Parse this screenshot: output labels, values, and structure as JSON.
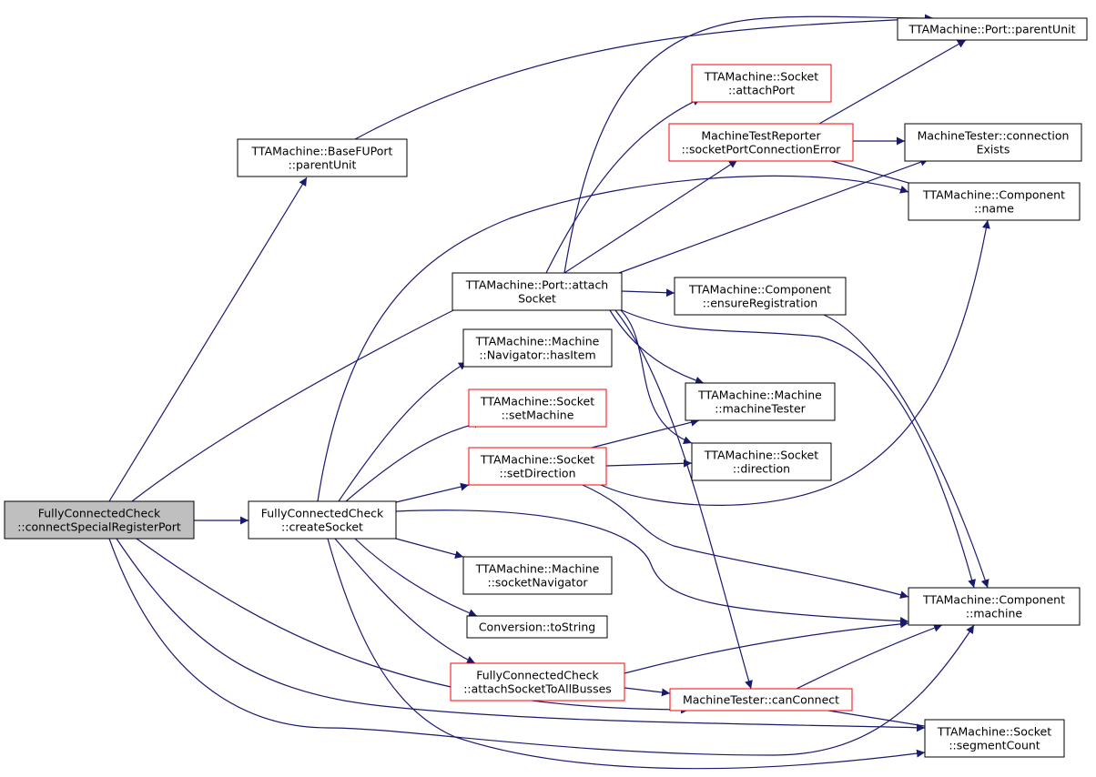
{
  "diagram": {
    "edge_color": "#191970",
    "colors": {
      "normal_border": "#000000",
      "red_border": "#ff0000",
      "root_fill": "#bfbfbf",
      "node_fill": "#ffffff"
    },
    "nodes": [
      {
        "id": "root",
        "label": [
          "FullyConnectedCheck",
          "::connectSpecialRegisterPort"
        ],
        "style": "root"
      },
      {
        "id": "bfu_parentunit",
        "label": [
          "TTAMachine::BaseFUPort",
          "::parentUnit"
        ],
        "style": "normal"
      },
      {
        "id": "createsocket",
        "label": [
          "FullyConnectedCheck",
          "::createSocket"
        ],
        "style": "normal"
      },
      {
        "id": "port_attachsocket",
        "label": [
          "TTAMachine::Port::attach",
          "Socket"
        ],
        "style": "normal"
      },
      {
        "id": "nav_hasitem",
        "label": [
          "TTAMachine::Machine",
          "::Navigator::hasItem"
        ],
        "style": "normal"
      },
      {
        "id": "sock_setmachine",
        "label": [
          "TTAMachine::Socket",
          "::setMachine"
        ],
        "style": "red"
      },
      {
        "id": "sock_setdirection",
        "label": [
          "TTAMachine::Socket",
          "::setDirection"
        ],
        "style": "red"
      },
      {
        "id": "mach_socketnav",
        "label": [
          "TTAMachine::Machine",
          "::socketNavigator"
        ],
        "style": "normal"
      },
      {
        "id": "conv_tostring",
        "label": [
          "Conversion::toString"
        ],
        "style": "normal"
      },
      {
        "id": "fcc_attachall",
        "label": [
          "FullyConnectedCheck",
          "::attachSocketToAllBusses"
        ],
        "style": "red"
      },
      {
        "id": "sock_attachport",
        "label": [
          "TTAMachine::Socket",
          "::attachPort"
        ],
        "style": "red"
      },
      {
        "id": "mtr_error",
        "label": [
          "MachineTestReporter",
          "::socketPortConnectionError"
        ],
        "style": "red"
      },
      {
        "id": "comp_ensurereg",
        "label": [
          "TTAMachine::Component",
          "::ensureRegistration"
        ],
        "style": "normal"
      },
      {
        "id": "mach_machinetester",
        "label": [
          "TTAMachine::Machine",
          "::machineTester"
        ],
        "style": "normal"
      },
      {
        "id": "sock_direction",
        "label": [
          "TTAMachine::Socket",
          "::direction"
        ],
        "style": "normal"
      },
      {
        "id": "mt_canconnect",
        "label": [
          "MachineTester::canConnect"
        ],
        "style": "red"
      },
      {
        "id": "port_parentunit",
        "label": [
          "TTAMachine::Port::parentUnit"
        ],
        "style": "normal"
      },
      {
        "id": "mt_connexists",
        "label": [
          "MachineTester::connection",
          "Exists"
        ],
        "style": "normal"
      },
      {
        "id": "comp_name",
        "label": [
          "TTAMachine::Component",
          "::name"
        ],
        "style": "normal"
      },
      {
        "id": "comp_machine",
        "label": [
          "TTAMachine::Component",
          "::machine"
        ],
        "style": "normal"
      },
      {
        "id": "sock_segmentcount",
        "label": [
          "TTAMachine::Socket",
          "::segmentCount"
        ],
        "style": "normal"
      }
    ],
    "edges": [
      {
        "from": "root",
        "to": "bfu_parentunit"
      },
      {
        "from": "root",
        "to": "createsocket"
      },
      {
        "from": "root",
        "to": "port_attachsocket"
      },
      {
        "from": "root",
        "to": "mt_canconnect"
      },
      {
        "from": "root",
        "to": "comp_machine"
      },
      {
        "from": "root",
        "to": "sock_segmentcount"
      },
      {
        "from": "bfu_parentunit",
        "to": "port_parentunit"
      },
      {
        "from": "createsocket",
        "to": "comp_name"
      },
      {
        "from": "createsocket",
        "to": "nav_hasitem"
      },
      {
        "from": "createsocket",
        "to": "sock_setmachine"
      },
      {
        "from": "createsocket",
        "to": "sock_setdirection"
      },
      {
        "from": "createsocket",
        "to": "mach_socketnav"
      },
      {
        "from": "createsocket",
        "to": "conv_tostring"
      },
      {
        "from": "createsocket",
        "to": "fcc_attachall"
      },
      {
        "from": "createsocket",
        "to": "comp_machine"
      },
      {
        "from": "createsocket",
        "to": "sock_segmentcount"
      },
      {
        "from": "port_attachsocket",
        "to": "port_parentunit"
      },
      {
        "from": "port_attachsocket",
        "to": "sock_attachport"
      },
      {
        "from": "port_attachsocket",
        "to": "mtr_error"
      },
      {
        "from": "port_attachsocket",
        "to": "mt_connexists"
      },
      {
        "from": "port_attachsocket",
        "to": "comp_ensurereg"
      },
      {
        "from": "port_attachsocket",
        "to": "mach_machinetester"
      },
      {
        "from": "port_attachsocket",
        "to": "sock_direction"
      },
      {
        "from": "port_attachsocket",
        "to": "mt_canconnect"
      },
      {
        "from": "port_attachsocket",
        "to": "comp_machine"
      },
      {
        "from": "mtr_error",
        "to": "port_parentunit"
      },
      {
        "from": "mtr_error",
        "to": "mt_connexists"
      },
      {
        "from": "mtr_error",
        "to": "comp_name"
      },
      {
        "from": "comp_ensurereg",
        "to": "comp_machine"
      },
      {
        "from": "sock_setdirection",
        "to": "mach_machinetester"
      },
      {
        "from": "sock_setdirection",
        "to": "sock_direction"
      },
      {
        "from": "sock_setdirection",
        "to": "comp_name"
      },
      {
        "from": "sock_setdirection",
        "to": "comp_machine"
      },
      {
        "from": "fcc_attachall",
        "to": "comp_machine"
      },
      {
        "from": "fcc_attachall",
        "to": "mt_canconnect"
      },
      {
        "from": "mt_canconnect",
        "to": "comp_machine"
      },
      {
        "from": "mt_canconnect",
        "to": "sock_segmentcount"
      }
    ]
  }
}
